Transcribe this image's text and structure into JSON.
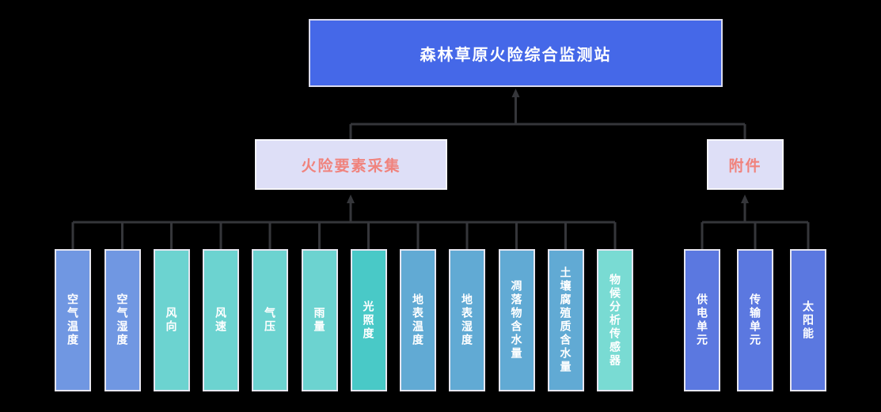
{
  "diagram": {
    "root": {
      "label": "森林草原火险综合监测站"
    },
    "branches": [
      {
        "label": "火险要素采集",
        "children": [
          {
            "label": "空气温度",
            "color": "#7097E2"
          },
          {
            "label": "空气湿度",
            "color": "#7097E2"
          },
          {
            "label": "风向",
            "color": "#6CD3D0"
          },
          {
            "label": "风速",
            "color": "#6CD3D0"
          },
          {
            "label": "气压",
            "color": "#6CD3D0"
          },
          {
            "label": "雨量",
            "color": "#6CD3D0"
          },
          {
            "label": "光照度",
            "color": "#49C9C7"
          },
          {
            "label": "地表温度",
            "color": "#61AAD4"
          },
          {
            "label": "地表湿度",
            "color": "#61AAD4"
          },
          {
            "label": "凋落物含水量",
            "color": "#61AAD4"
          },
          {
            "label": "土壤腐殖质含水量",
            "color": "#61AAD4"
          },
          {
            "label": "物候分析传感器",
            "color": "#79DBD3"
          }
        ]
      },
      {
        "label": "附件",
        "children": [
          {
            "label": "供电单元",
            "color": "#5B78E0"
          },
          {
            "label": "传输单元",
            "color": "#5B78E0"
          },
          {
            "label": "太阳能",
            "color": "#5B78E0"
          }
        ]
      }
    ]
  },
  "theme": {
    "background": "#000000",
    "root_fill": "#4568E8",
    "root_border": "#D9DAEC",
    "root_text": "#FFFFFF",
    "level2_fill": "#DEDFF7",
    "level2_border": "#F6F6FC",
    "level2_text": "#F0837D",
    "node_border": "#E6E6F0",
    "node_text": "#FFFFFF",
    "connector": "#35363A"
  }
}
